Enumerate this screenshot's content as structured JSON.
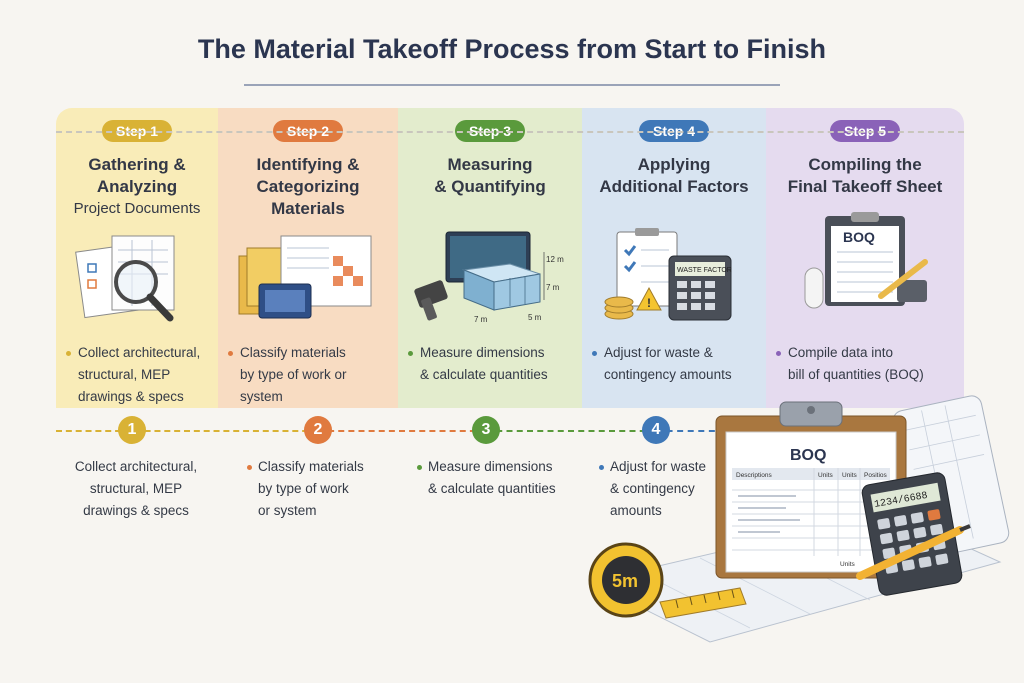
{
  "title": "The Material Takeoff Process from Start to Finish",
  "colors": {
    "step1": "#d9b235",
    "step2": "#e07a3f",
    "step3": "#5a9a3c",
    "step4": "#3f78b8",
    "step5": "#8a62b8",
    "bg1": "#f9ecb8",
    "bg2": "#f8dcc2",
    "bg3": "#e3eccd",
    "bg4": "#d8e4f1",
    "bg5": "#e5dbef"
  },
  "steps": [
    {
      "pill": "Step 1",
      "heading": [
        "Gathering &",
        "Analyzing",
        "Project Documents"
      ],
      "desc": [
        "Collect architectural,",
        "structural, MEP",
        "drawings & specs"
      ],
      "icon": "documents-magnifier-icon"
    },
    {
      "pill": "Step 2",
      "heading": [
        "Identifying &",
        "Categorizing",
        "Materials"
      ],
      "desc": [
        "Classify materials",
        "by type of work or",
        "system"
      ],
      "icon": "folders-drawings-icon"
    },
    {
      "pill": "Step 3",
      "heading": [
        "Measuring",
        "& Quantifying"
      ],
      "desc": [
        "Measure dimensions",
        "& calculate quantities"
      ],
      "icon": "3d-model-measure-icon",
      "dims": {
        "height": "12 m",
        "depth": "7 m",
        "width": "5 m",
        "length": "7 m"
      }
    },
    {
      "pill": "Step 4",
      "heading": [
        "Applying",
        "Additional Factors"
      ],
      "desc": [
        "Adjust for waste &",
        "contingency amounts"
      ],
      "icon": "calculator-coins-icon",
      "calc_label": "WASTE FACTOR"
    },
    {
      "pill": "Step 5",
      "heading": [
        "Compiling the",
        "Final Takeoff Sheet"
      ],
      "desc": [
        "Compile data into",
        "bill of quantities (BOQ)"
      ],
      "icon": "boq-clipboard-icon",
      "clip_label": "BOQ"
    }
  ],
  "bottom": [
    {
      "num": "1",
      "desc": [
        "Collect architectural,",
        "structural, MEP",
        "drawings & specs"
      ]
    },
    {
      "num": "2",
      "desc": [
        "Classify materials",
        "by type of work",
        "or system"
      ]
    },
    {
      "num": "3",
      "desc": [
        "Measure dimensions",
        "& calculate quantities"
      ]
    },
    {
      "num": "4",
      "desc": [
        "Adjust for waste",
        "& contingency",
        "amounts"
      ]
    }
  ],
  "bottom_art": {
    "clipboard_title": "BOQ",
    "columns": [
      "Descriptions",
      "Units",
      "Units",
      "Positios"
    ],
    "footer_label": "Units",
    "calculator_display": "1234/6688",
    "tape_label": "5m"
  }
}
